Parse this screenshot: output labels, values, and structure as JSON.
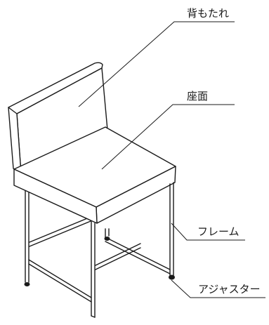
{
  "labels": {
    "backrest": "背もたれ",
    "seat": "座面",
    "frame": "フレーム",
    "adjuster": "アジャスター"
  },
  "colors": {
    "ink": "#1a1a1a",
    "background": "#ffffff"
  }
}
